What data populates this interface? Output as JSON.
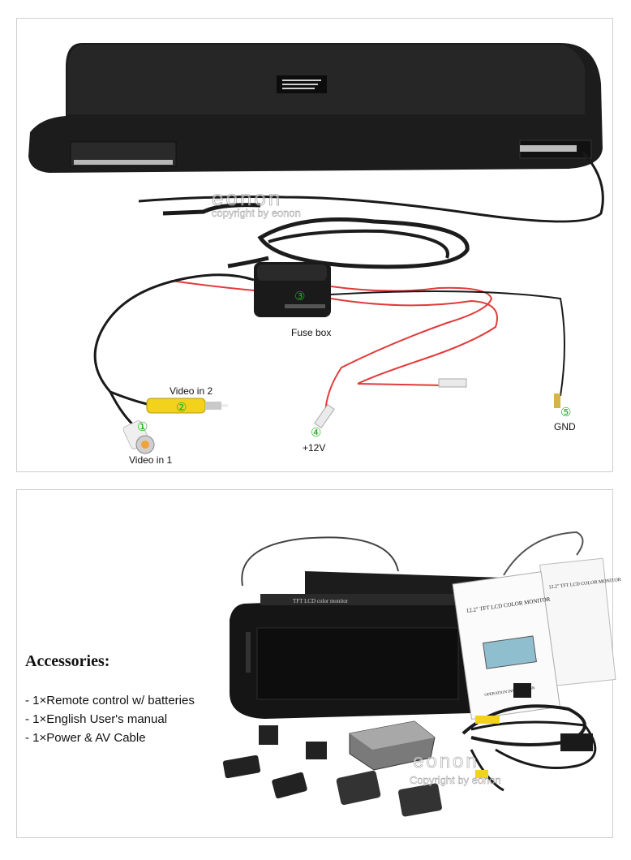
{
  "top_panel": {
    "watermark": {
      "logo": "eonon",
      "copyright": "copyright by eonon"
    },
    "labels": {
      "fuse_box": "Fuse box",
      "video_in_2": "Video in 2",
      "video_in_1": "Video in 1",
      "plus_12v": "+12V",
      "gnd": "GND"
    },
    "markers": {
      "m1": "①",
      "m2": "②",
      "m3": "③",
      "m4": "④",
      "m5": "⑤"
    },
    "colors": {
      "marker": "#22aa22",
      "wire_red": "#e23a3a",
      "wire_black": "#1a1a1a",
      "rca_yellow": "#f2d21b"
    }
  },
  "bottom_panel": {
    "title": "Accessories:",
    "items": [
      "- 1×Remote control w/ batteries",
      "- 1×English User's manual",
      "- 1×Power & AV Cable"
    ],
    "monitor_label": "TFT LCD color monitor",
    "manual_front": "12.2\" TFT LCD COLOR MONITOR",
    "manual_back": "12.2\" TFT LCD COLOR MONITOR",
    "manual_footer": "OPERATION INSTRUCTION",
    "watermark": {
      "logo": "eonon",
      "copyright": "Copyright by eonon"
    }
  }
}
